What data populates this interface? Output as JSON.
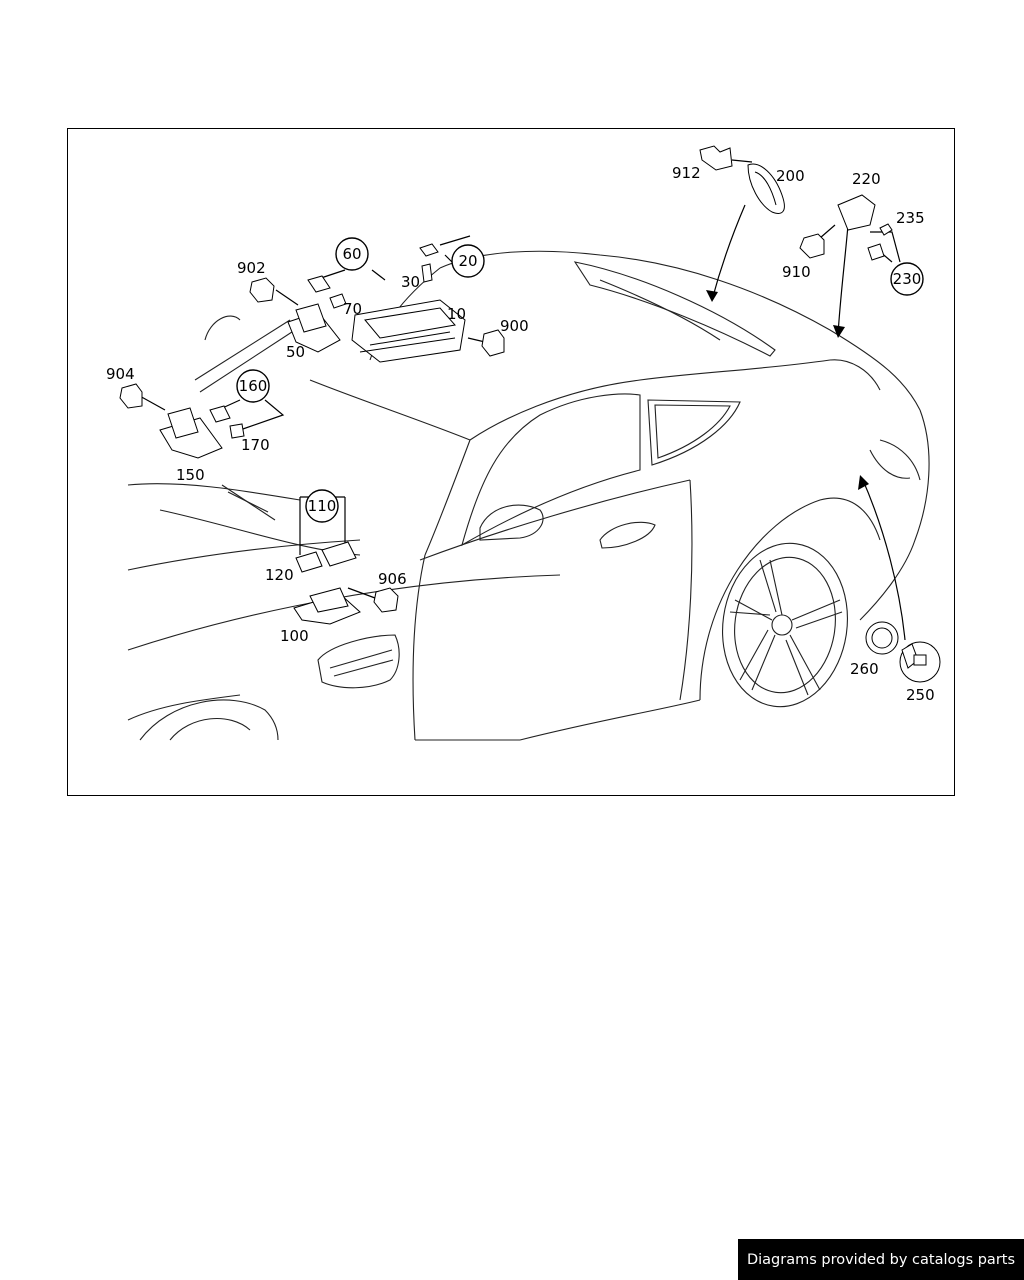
{
  "diagram": {
    "part_labels": {
      "p912": "912",
      "p200": "200",
      "p220": "220",
      "p235": "235",
      "p910": "910",
      "p902": "902",
      "p30": "30",
      "p70": "70",
      "p10": "10",
      "p900": "900",
      "p50": "50",
      "p904": "904",
      "p170": "170",
      "p150": "150",
      "p120": "120",
      "p906": "906",
      "p100": "100",
      "p260": "260",
      "p250": "250"
    },
    "callouts": {
      "c60": "60",
      "c20": "20",
      "c160": "160",
      "c110": "110",
      "c230": "230"
    }
  },
  "footer": {
    "text": "Diagrams provided by catalogs parts",
    "background": "#000000",
    "color": "#ffffff"
  }
}
